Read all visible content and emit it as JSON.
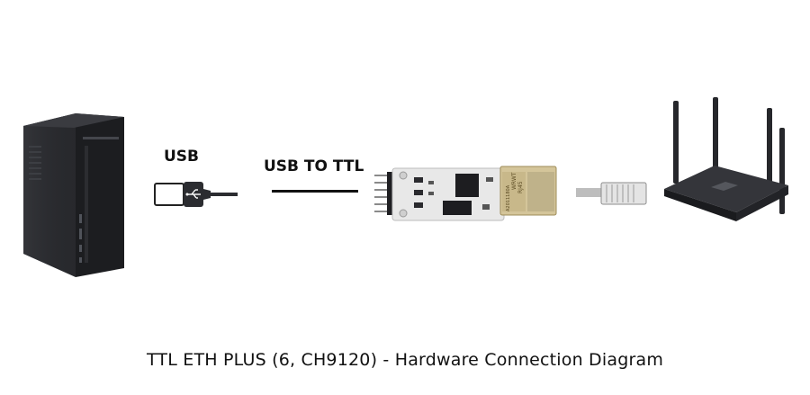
{
  "diagram": {
    "usb_label": "USB",
    "usb_to_ttl_label": "USB TO TTL",
    "caption": "TTL ETH PLUS (6, CH9120) - Hardware Connection Diagram",
    "module_chip_text": [
      "WRWT",
      "RJ45",
      "A2011180A"
    ],
    "nodes": [
      {
        "name": "desktop-computer",
        "icon": "pc-tower-icon"
      },
      {
        "name": "usb-cable",
        "icon": "usb-plug-icon"
      },
      {
        "name": "ttl-eth-module",
        "icon": "ttl-eth-module-icon"
      },
      {
        "name": "ethernet-cable",
        "icon": "rj45-plug-icon"
      },
      {
        "name": "router",
        "icon": "router-icon"
      }
    ],
    "colors": {
      "text": "#111111",
      "device_dark": "#1c1d20",
      "pcb": "#e8e8e8",
      "rj45_metal": "#c8b88a"
    }
  }
}
